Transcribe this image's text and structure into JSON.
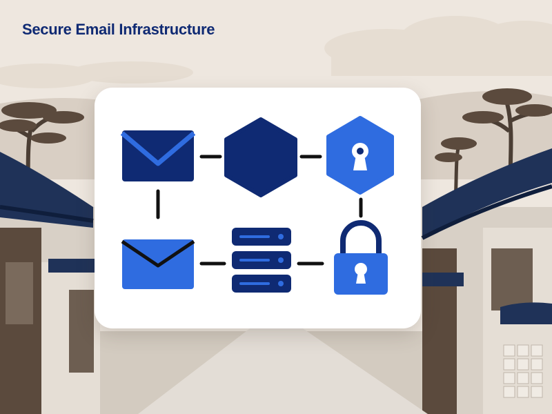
{
  "title": "Secure Email Infrastructure",
  "colors": {
    "navy": "#0f2a73",
    "blue": "#2f6ce0",
    "connector": "#111111",
    "card": "#ffffff",
    "sky": "#eee7df",
    "roof": "#1f3258",
    "wood": "#5b4a3d",
    "wall": "#ddd6cc",
    "road": "#e3ddd6"
  },
  "nodes": [
    {
      "id": "envelope-top",
      "icon": "envelope-icon",
      "color": "navy"
    },
    {
      "id": "hexagon-center",
      "icon": "hexagon-icon",
      "color": "navy"
    },
    {
      "id": "shield-keyhole",
      "icon": "shield-keyhole-icon",
      "color": "blue"
    },
    {
      "id": "envelope-bottom",
      "icon": "envelope-icon",
      "color": "blue"
    },
    {
      "id": "server-stack",
      "icon": "server-stack-icon",
      "color": "navy"
    },
    {
      "id": "padlock",
      "icon": "padlock-icon",
      "color": "blue"
    }
  ],
  "connections": [
    {
      "from": "envelope-top",
      "to": "hexagon-center"
    },
    {
      "from": "hexagon-center",
      "to": "shield-keyhole"
    },
    {
      "from": "envelope-top",
      "to": "envelope-bottom"
    },
    {
      "from": "shield-keyhole",
      "to": "padlock"
    },
    {
      "from": "envelope-bottom",
      "to": "server-stack"
    },
    {
      "from": "server-stack",
      "to": "padlock"
    }
  ]
}
